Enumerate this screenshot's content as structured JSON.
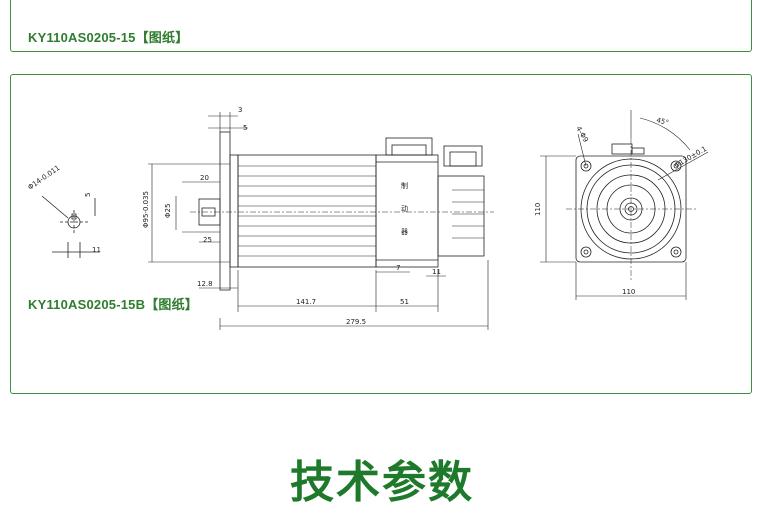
{
  "captions": {
    "top": "KY110AS0205-15【图纸】",
    "main": "KY110AS0205-15B【图纸】"
  },
  "heading": "技术参数",
  "dimensions": {
    "shaft_dia": "Φ14-0.011",
    "key_width": "5",
    "shaft_key_len": "11",
    "flange_t": "3",
    "spigot_t": "5",
    "spigot_dia": "Φ95-0.035",
    "shaft_dia2": "Φ25",
    "key_start": "20",
    "shaft_len": "25",
    "flange_width": "12.8",
    "body_len": "141.7",
    "total_len": "279.5",
    "tail_len": "51",
    "gap7": "7",
    "gap11": "11",
    "holes": "4-Φ9",
    "angle": "45°",
    "pcd": "Φ130±0.1",
    "height": "110",
    "width": "110"
  },
  "labels": {
    "body_char1": "制",
    "body_char2": "动",
    "body_char3": "器"
  },
  "colors": {
    "border": "#3e8f3e",
    "caption": "#2f7d2f",
    "heading": "#1e7a2a"
  }
}
